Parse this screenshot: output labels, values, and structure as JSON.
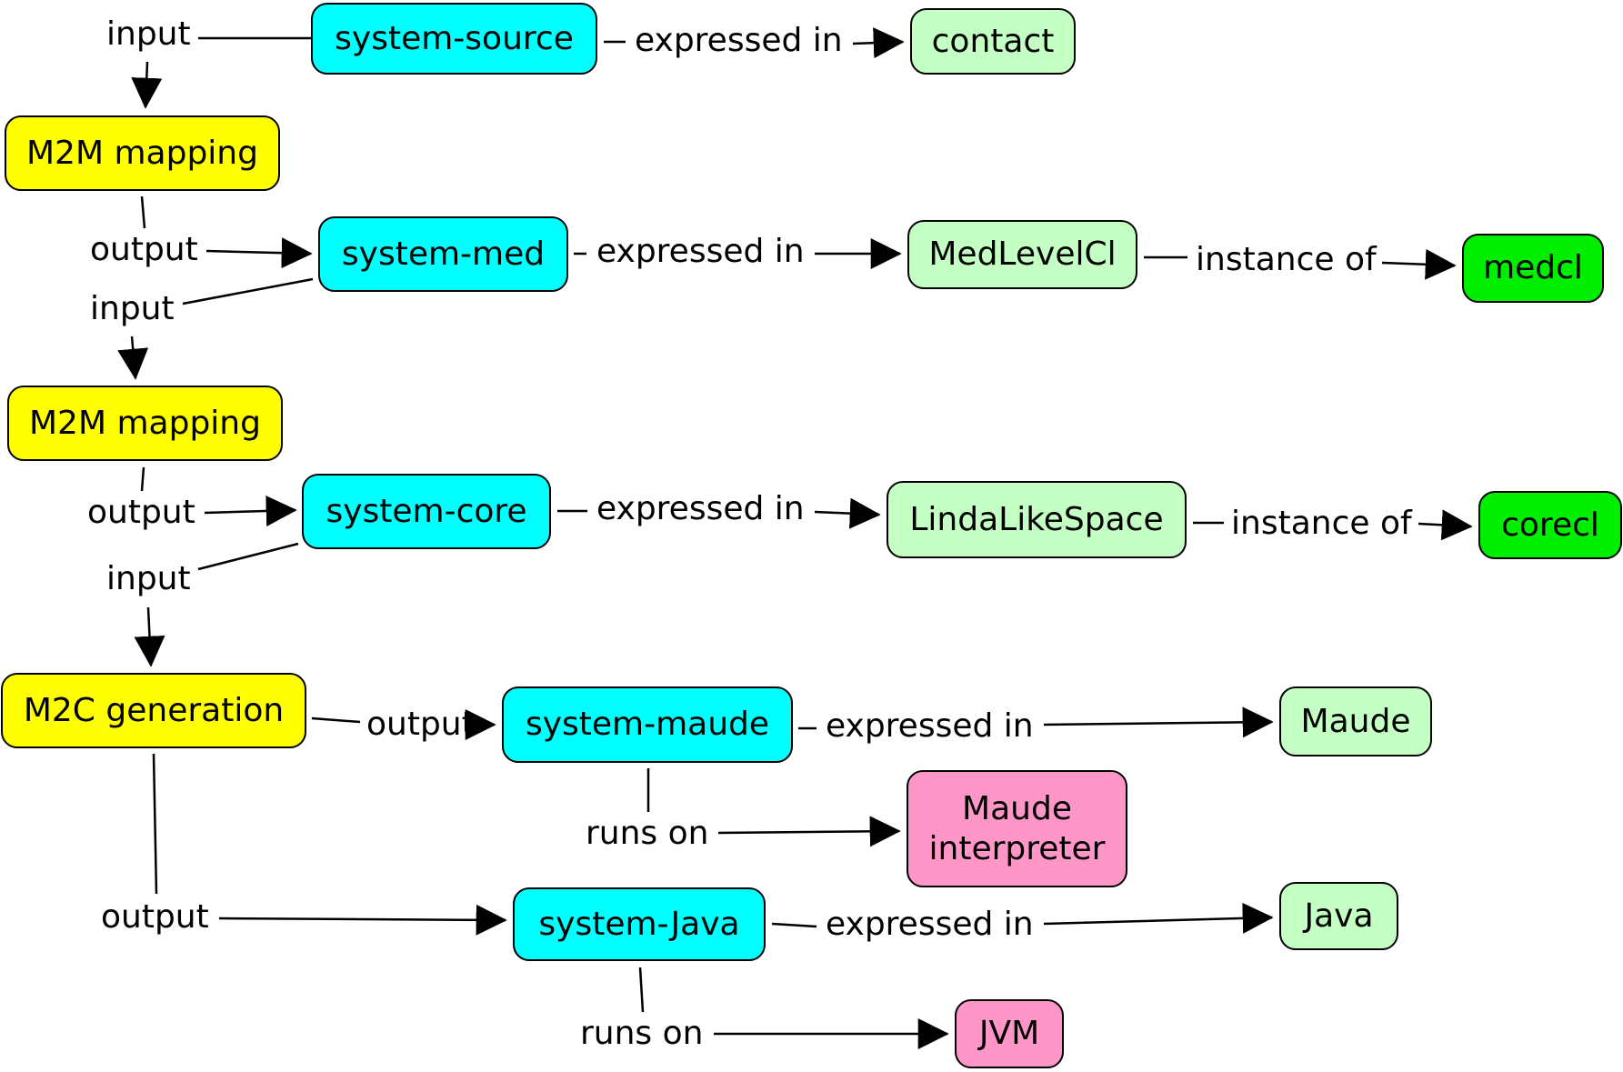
{
  "colors": {
    "process": "#ffff00",
    "system": "#00ffff",
    "language": "#c4ffc4",
    "calculus": "#00ee00",
    "platform": "#ff96c8"
  },
  "nodes": {
    "system_source": "system-source",
    "contact": "contact",
    "m2m_mapping_1": "M2M mapping",
    "system_med": "system-med",
    "medlevelcl": "MedLevelCl",
    "medcl": "medcl",
    "m2m_mapping_2": "M2M mapping",
    "system_core": "system-core",
    "lindalikespace": "LindaLikeSpace",
    "corecl": "corecl",
    "m2c_generation": "M2C generation",
    "system_maude": "system-maude",
    "maude": "Maude",
    "maude_interpreter": "Maude interpreter",
    "system_java": "system-Java",
    "java": "Java",
    "jvm": "JVM"
  },
  "edge_labels": {
    "input_1": "input",
    "expressed_in_1": "expressed in",
    "output_1": "output",
    "expressed_in_2": "expressed in",
    "instance_of_1": "instance of",
    "input_2": "input",
    "output_2": "output",
    "expressed_in_3": "expressed in",
    "instance_of_2": "instance of",
    "input_3": "input",
    "output_3": "output",
    "expressed_in_4": "expressed in",
    "runs_on_1": "runs on",
    "output_4": "output",
    "expressed_in_5": "expressed in",
    "runs_on_2": "runs on"
  }
}
